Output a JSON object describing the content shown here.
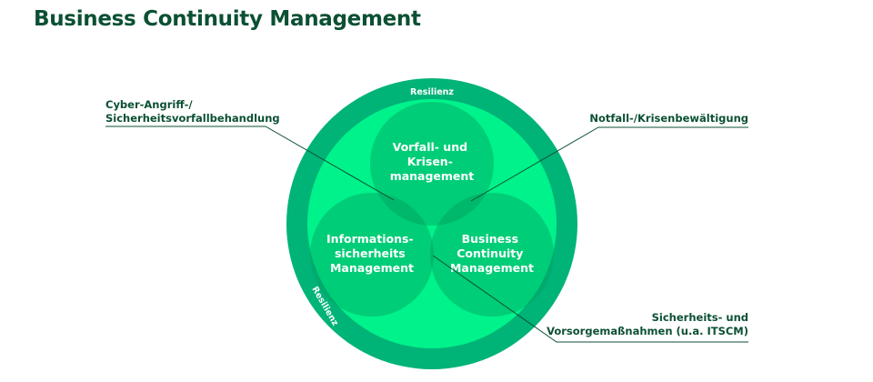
{
  "title": "Business Continuity Management",
  "colors": {
    "title": "#0b5033",
    "outer_ring": "#00b377",
    "inner_disc": "#00f28a",
    "sub_circle": "#00b86a",
    "leader_line": "#0b5033"
  },
  "ring_labels": [
    "Resilienz",
    "Resilienz"
  ],
  "circles": [
    {
      "id": "top",
      "lines": [
        "Vorfall- und",
        "Krisen-",
        "management"
      ]
    },
    {
      "id": "left",
      "lines": [
        "Informations-",
        "sicherheits",
        "Management"
      ]
    },
    {
      "id": "right",
      "lines": [
        "Business",
        "Continuity",
        "Management"
      ]
    }
  ],
  "callouts": [
    {
      "id": "cyber",
      "lines": [
        "Cyber-Angriff-/",
        "Sicherheitsvorfallbehandlung"
      ]
    },
    {
      "id": "notfall",
      "lines": [
        "Notfall-/Krisenbewältigung"
      ]
    },
    {
      "id": "sicherheit",
      "lines": [
        "Sicherheits- und",
        "Vorsorgemaßnahmen (u.a. ITSCM)"
      ]
    }
  ]
}
